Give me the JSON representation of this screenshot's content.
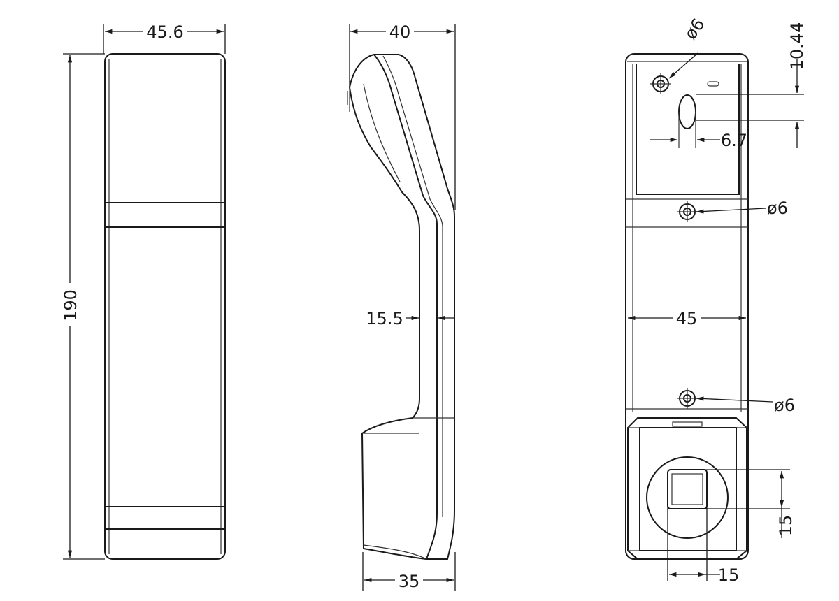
{
  "drawing": {
    "front_view": {
      "width_label": "45.6",
      "height_label": "190"
    },
    "side_view": {
      "depth_top_label": "40",
      "thickness_label": "15.5",
      "depth_bottom_label": "35"
    },
    "rear_view": {
      "top_hole_label": "ø6",
      "slot_offset_label": "10.44",
      "slot_width_label": "6.7",
      "middle_hole_label": "ø6",
      "width_label": "45",
      "lower_hole_label": "ø6",
      "sensor_height_label": "15",
      "sensor_width_label": "15"
    }
  }
}
